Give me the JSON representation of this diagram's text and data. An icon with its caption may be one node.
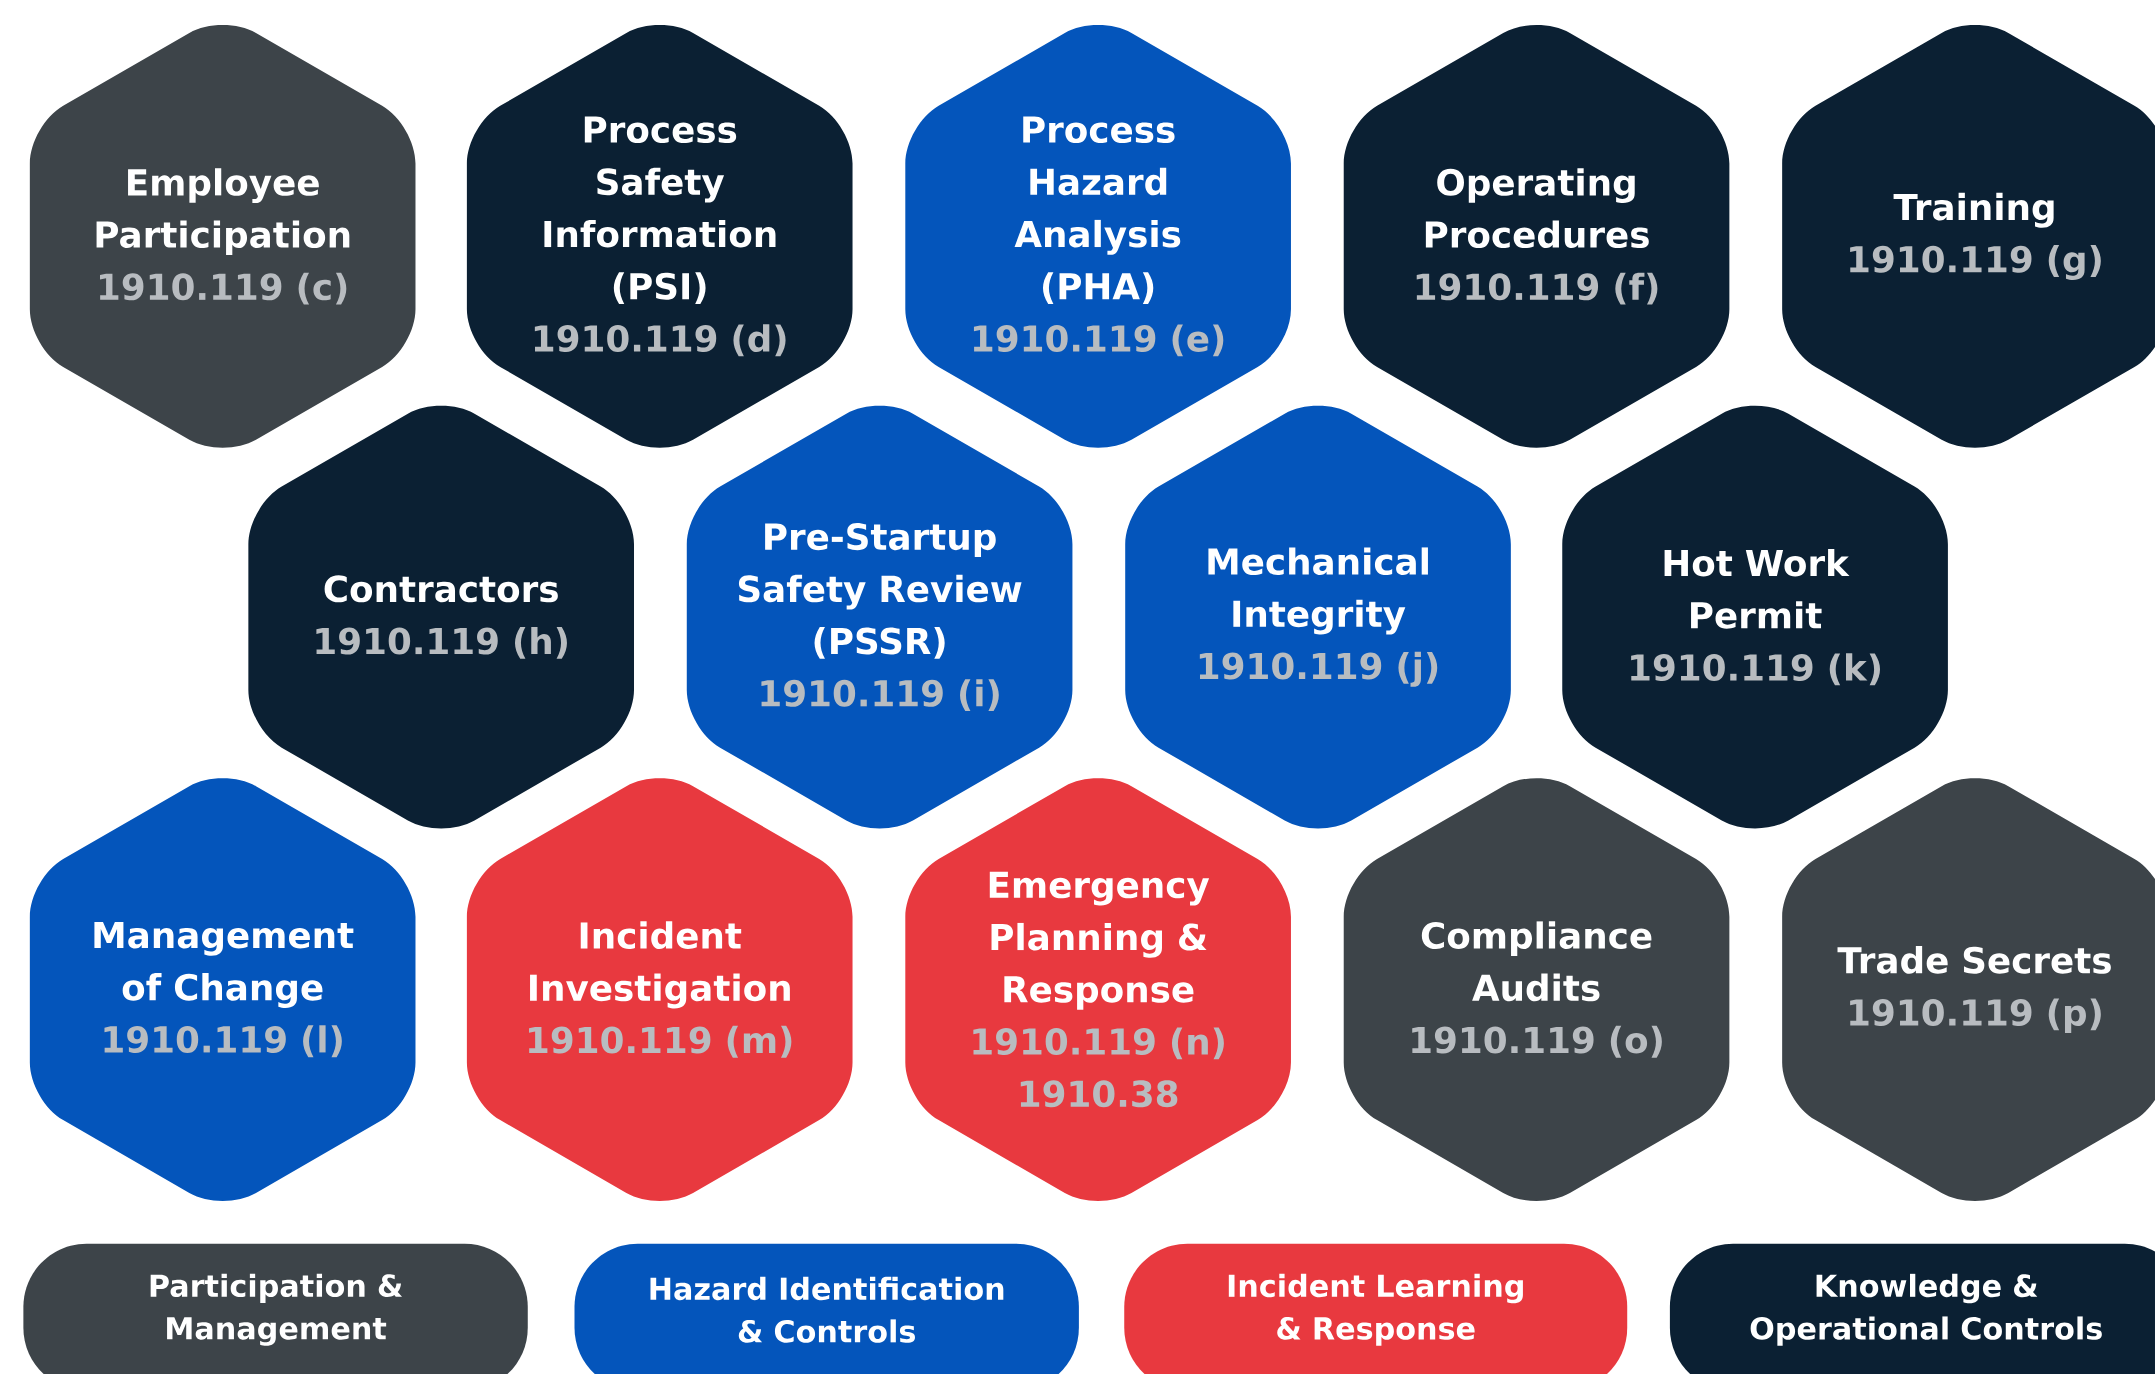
{
  "diagram": {
    "nodes": [
      {
        "text": [
          "Employee Participation",
          "1910.119 (c)"
        ]
      },
      {
        "text": [
          "Process Safety Information (PSI)",
          "1910.119 (d)"
        ]
      },
      {
        "text": [
          "Process Hazard Analysis (PHA)",
          "1910.119 (e)"
        ]
      },
      {
        "text": [
          "Operating Procedures",
          "1910.119 (f)"
        ]
      },
      {
        "text": [
          "Training",
          "1910.119 (g)"
        ]
      },
      {
        "text": [
          "Contractors",
          "1910.119 (h)"
        ]
      },
      {
        "text": [
          "Pre-Startup Safety Review (PSSR)",
          "1910.119 (i)"
        ]
      },
      {
        "text": [
          "Mechanical Integrity",
          "1910.119 (j)"
        ]
      },
      {
        "text": [
          "Hot Work Permit",
          "1910.119 (k)"
        ]
      },
      {
        "text": [
          "Management of Change",
          "1910.119 (l)"
        ]
      },
      {
        "text": [
          "Incident Investigation",
          "1910.119 (m)"
        ]
      },
      {
        "text": [
          "Emergency Planning & Response",
          "1910.119 (n)",
          "1910.38"
        ]
      },
      {
        "text": [
          "Compliance Audits",
          "1910.119 (o)"
        ]
      },
      {
        "text": [
          "Trade Secrets",
          "1910.119 (p)"
        ]
      }
    ],
    "legend": [
      {
        "text": "Participation & Management",
        "color": "#3d4449"
      },
      {
        "text": "Hazard Identification & Controls",
        "color": "#0455bb"
      },
      {
        "text": "Incident Learning & Response",
        "color": "#e8393f"
      },
      {
        "text": "Knowledge & Operational Controls",
        "color": "#0b2033"
      }
    ]
  }
}
